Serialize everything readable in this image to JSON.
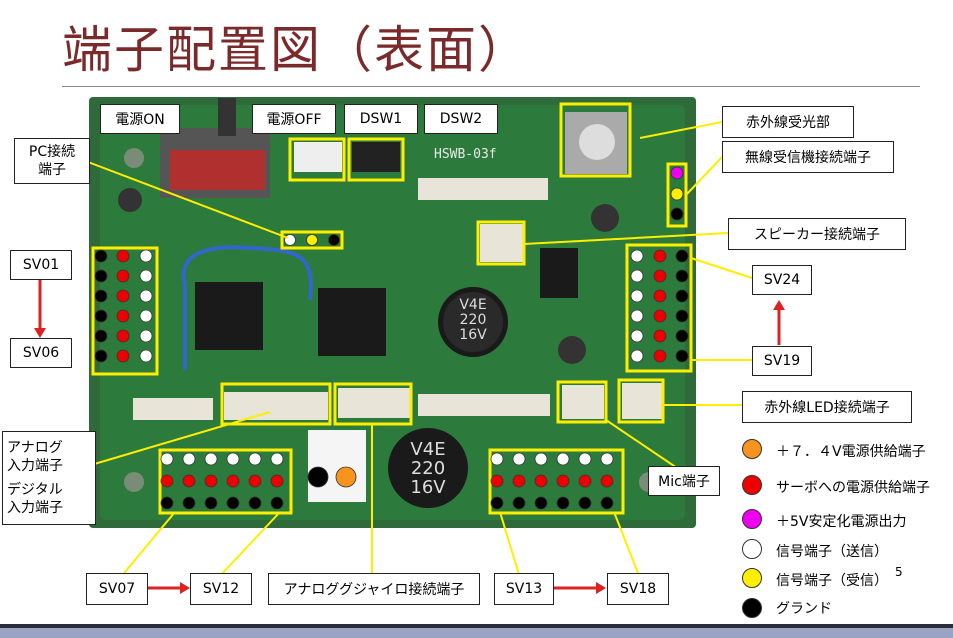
{
  "title": "端子配置図（表面）",
  "board_silk": "HSWB-03f",
  "cap_text": [
    "V4E",
    "220",
    "16V"
  ],
  "labels": {
    "power_on": "電源ON",
    "power_off": "電源OFF",
    "dsw1": "DSW1",
    "dsw2": "DSW2",
    "ir_receiver": "赤外線受光部",
    "wireless_rx": "無線受信機接続端子",
    "pc_port_line1": "PC接続",
    "pc_port_line2": "端子",
    "speaker": "スピーカー接続端子",
    "sv01": "SV01",
    "sv06": "SV06",
    "sv24": "SV24",
    "sv19": "SV19",
    "ir_led": "赤外線LED接続端子",
    "analog_in_line1": "アナログ",
    "analog_in_line2": "入力端子",
    "digital_in_line1": "デジタル",
    "digital_in_line2": "入力端子",
    "mic": "Mic端子",
    "sv07": "SV07",
    "sv12": "SV12",
    "gyro": "アナロググジャイロ接続端子",
    "sv13": "SV13",
    "sv18": "SV18"
  },
  "legend": [
    {
      "text": "＋７．４V電源供給端子",
      "color": "#f7941d"
    },
    {
      "text": "サーボへの電源供給端子",
      "color": "#ee0000"
    },
    {
      "text": "＋5V安定化電源出力",
      "color": "#ee00ee"
    },
    {
      "text": "信号端子（送信）",
      "color": "#ffffff"
    },
    {
      "text": "信号端子（受信）",
      "color": "#ffee00"
    },
    {
      "text": "グランド",
      "color": "#000000"
    }
  ],
  "page_number": "5",
  "colors": {
    "callout": "#ffee00",
    "arrow": "#dd2222",
    "title": "#7a2a2a",
    "board": "#2f6a3a"
  }
}
